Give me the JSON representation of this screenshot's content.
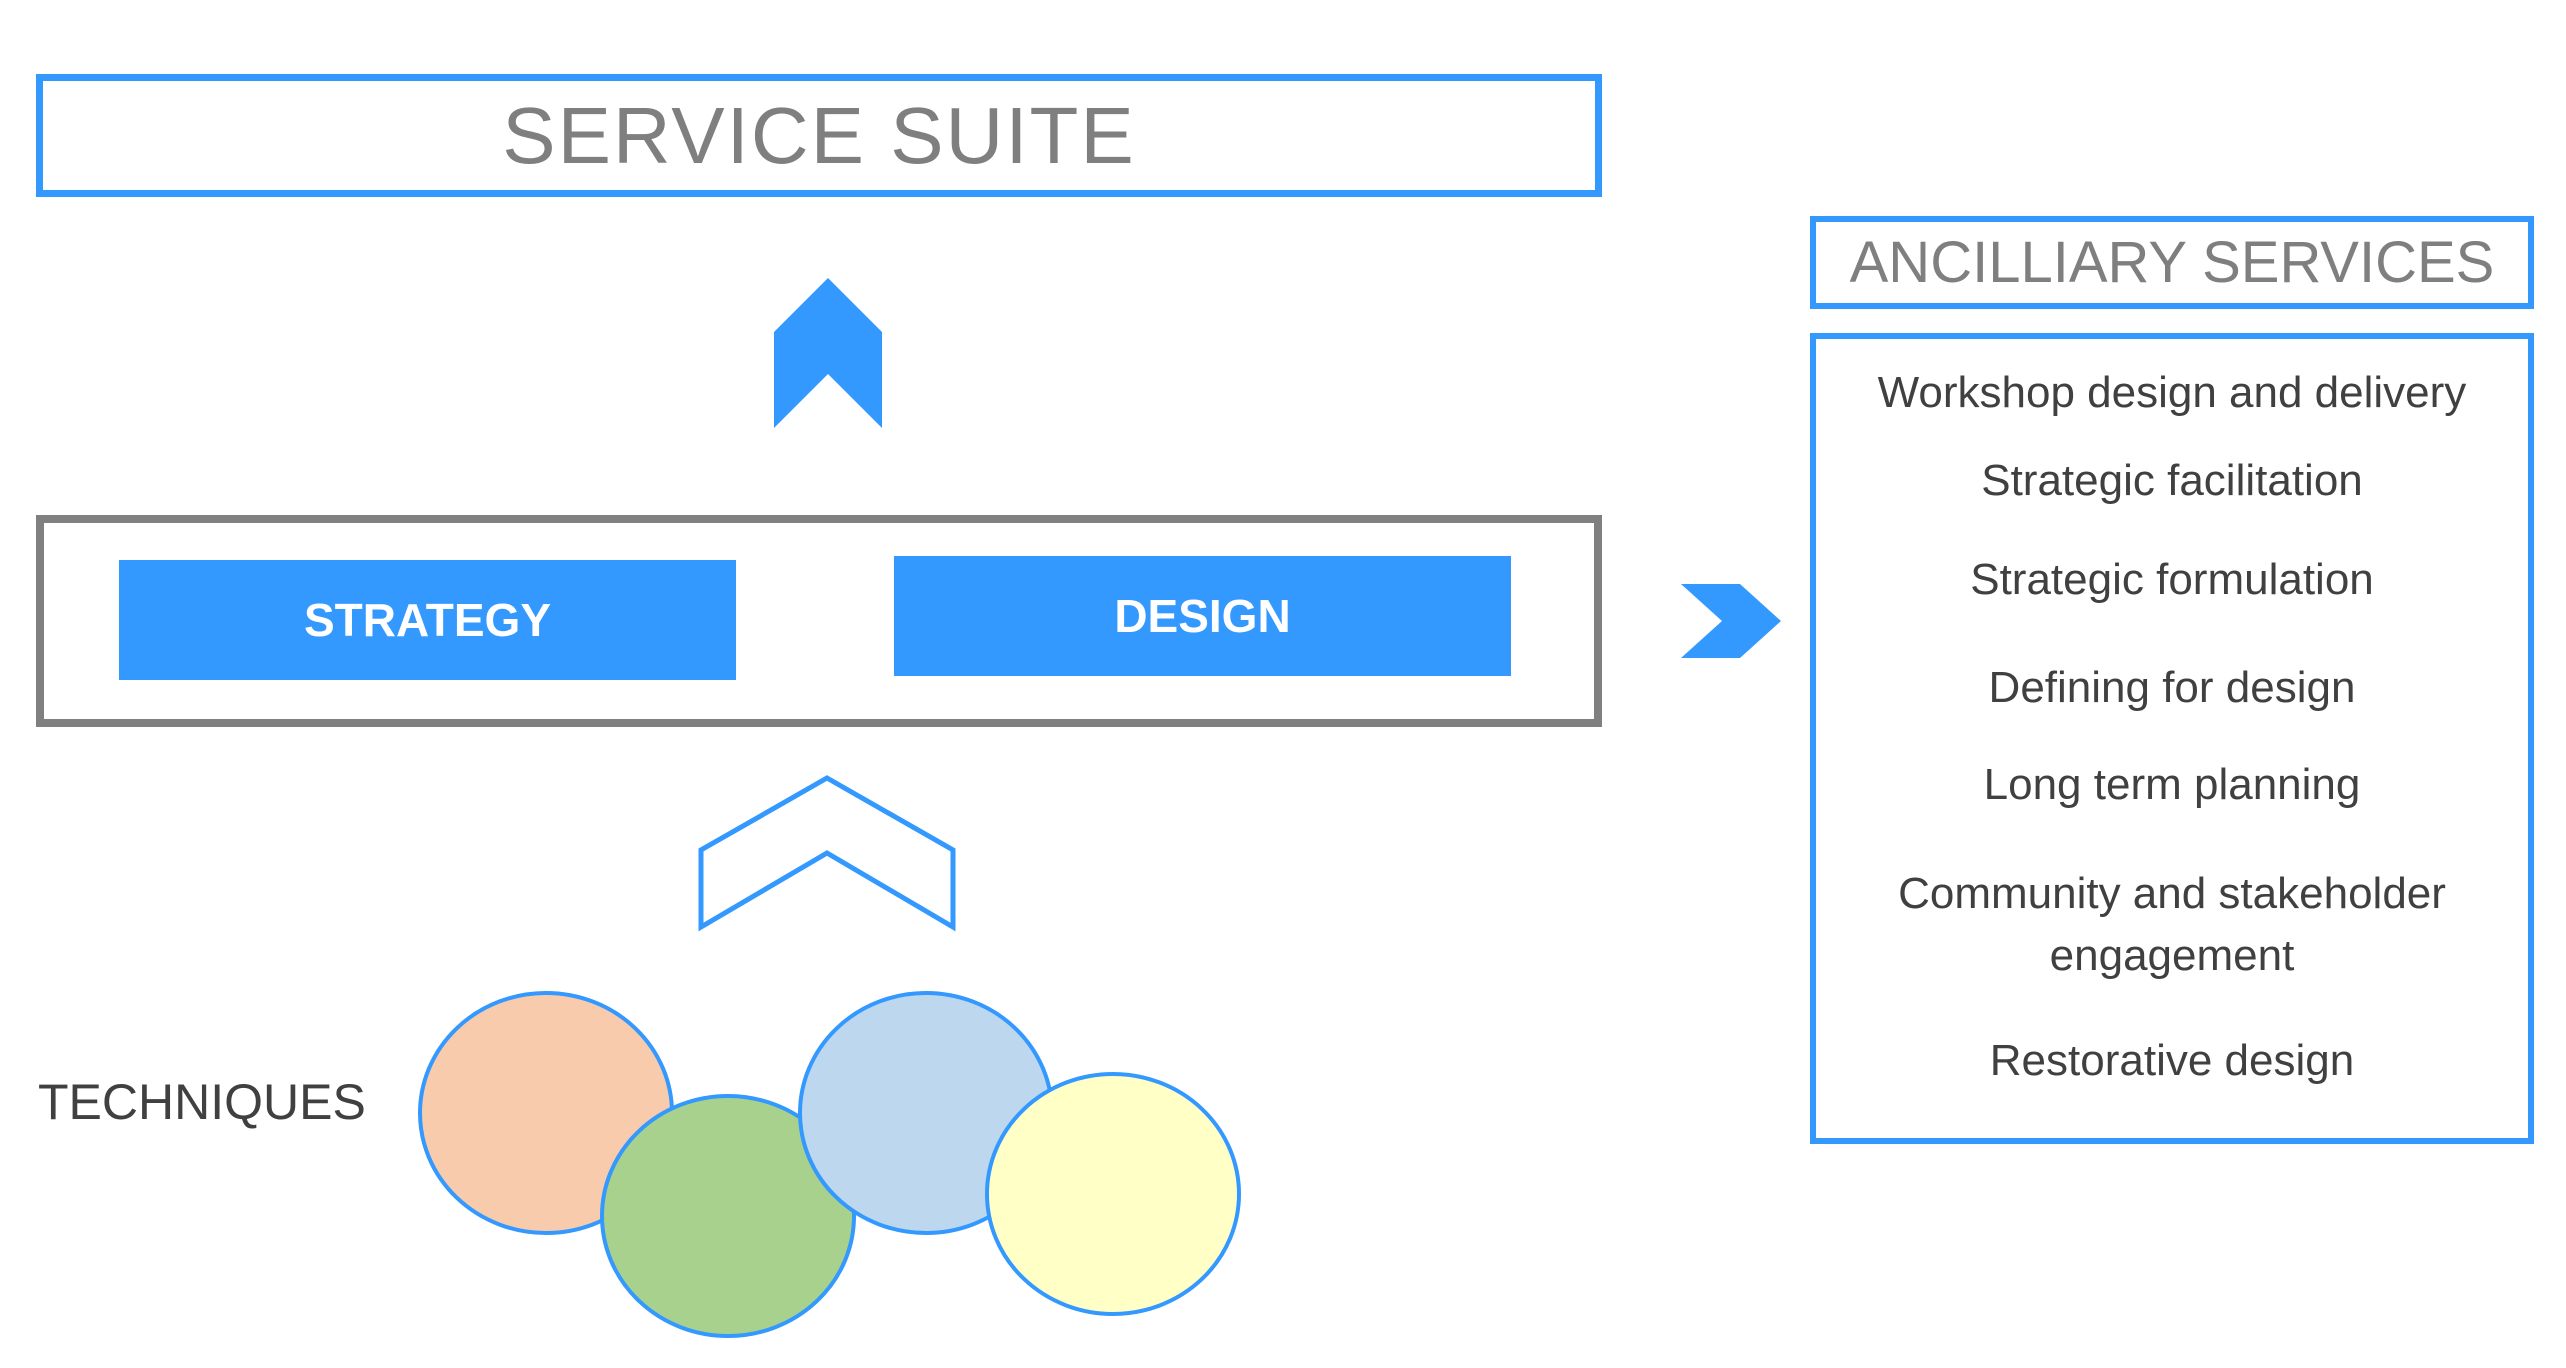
{
  "title": "SERVICE SUITE",
  "pillars": {
    "strategy": "STRATEGY",
    "design": "DESIGN"
  },
  "ancillary": {
    "header": "ANCILLIARY SERVICES",
    "items": [
      "Workshop design and delivery",
      "Strategic facilitation",
      "Strategic formulation",
      "Defining for design",
      "Long term planning",
      "Community and stakeholder engagement",
      "Restorative design"
    ]
  },
  "techniques": {
    "label": "TECHNIQUES",
    "circle_colors": [
      "#f8cbad",
      "#a9d18e",
      "#bdd7ee",
      "#ffffc6"
    ]
  },
  "colors": {
    "accent": "#3399ff",
    "frame_gray": "#808080",
    "title_gray": "#7f7f7f",
    "text_dark": "#404040"
  }
}
